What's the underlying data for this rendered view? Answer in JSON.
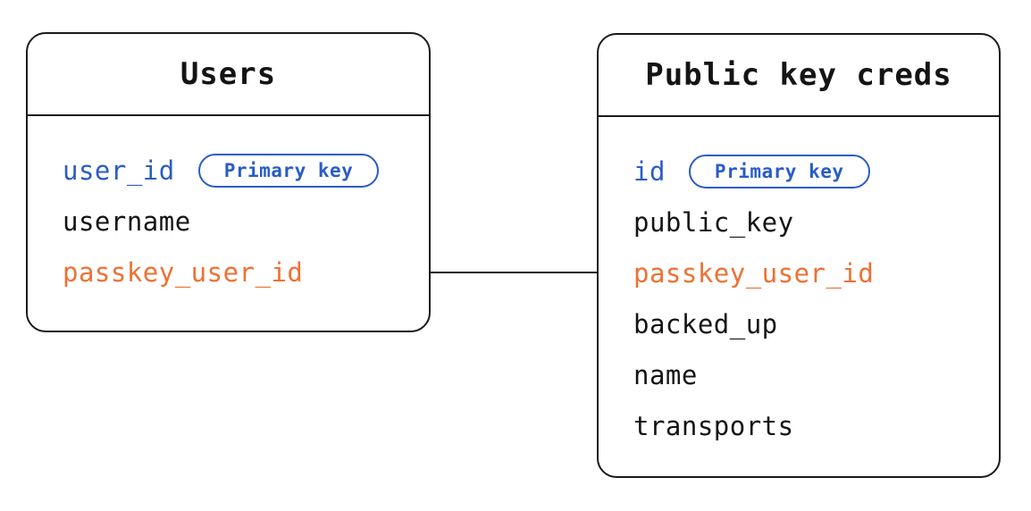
{
  "diagram": {
    "tables": [
      {
        "title": "Users",
        "fields": [
          {
            "name": "user_id",
            "color": "primary_blue",
            "badge": "Primary key"
          },
          {
            "name": "username",
            "color": "text_black"
          },
          {
            "name": "passkey_user_id",
            "color": "foreign_orange"
          }
        ]
      },
      {
        "title": "Public key creds",
        "fields": [
          {
            "name": "id",
            "color": "primary_blue",
            "badge": "Primary key"
          },
          {
            "name": "public_key",
            "color": "text_black"
          },
          {
            "name": "passkey_user_id",
            "color": "foreign_orange"
          },
          {
            "name": "backed_up",
            "color": "text_black"
          },
          {
            "name": "name",
            "color": "text_black"
          },
          {
            "name": "transports",
            "color": "text_black"
          }
        ]
      }
    ],
    "relationship": {
      "from_table": "Users",
      "from_field": "passkey_user_id",
      "to_table": "Public key creds",
      "to_field": "passkey_user_id"
    },
    "colors": {
      "primary_blue": "#2A5CC8",
      "foreign_orange": "#ED7133",
      "text_black": "#141414",
      "border": "#1A1A1A",
      "background": "#FFFFFF"
    }
  }
}
